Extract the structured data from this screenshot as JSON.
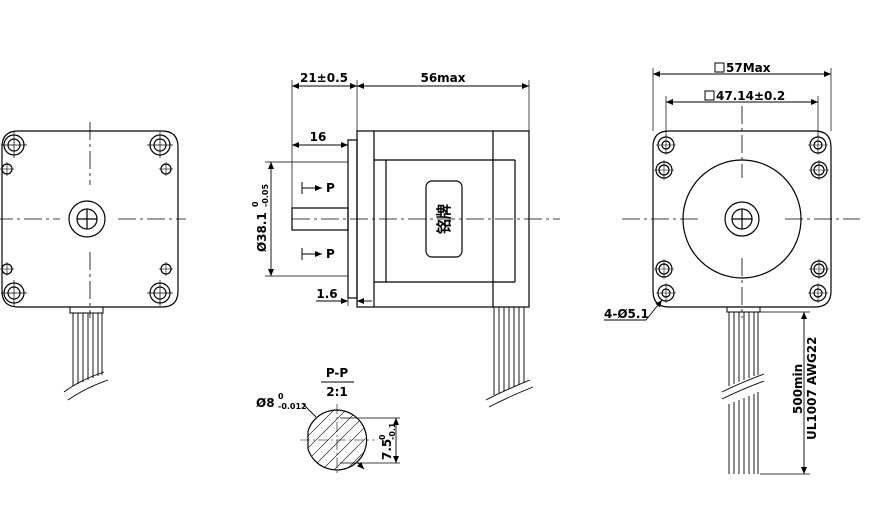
{
  "side_view": {
    "length_label": "21±0.5",
    "body_label": "56max",
    "shaft_label": "16",
    "boss_label": "Ø38.1",
    "boss_tol_upper": "0",
    "boss_tol_lower": "-0.05",
    "flange_label": "1.6",
    "section_mark_top": "P",
    "section_mark_bottom": "P",
    "nameplate_label": "铭牌"
  },
  "section_view": {
    "title": "P-P",
    "scale": "2:1",
    "shaft_dia_label": "Ø8",
    "shaft_tol_upper": "0",
    "shaft_tol_lower": "-0.012",
    "flat_label": "7.5",
    "flat_tol_upper": "0",
    "flat_tol_lower": "-0.1"
  },
  "rear_view": {
    "outer_size_label": "57Max",
    "hole_spacing_label": "47.14±0.2",
    "hole_label": "4-Ø5.1",
    "lead_length_label": "500min",
    "lead_wire_label": "UL1007  AWG22"
  }
}
